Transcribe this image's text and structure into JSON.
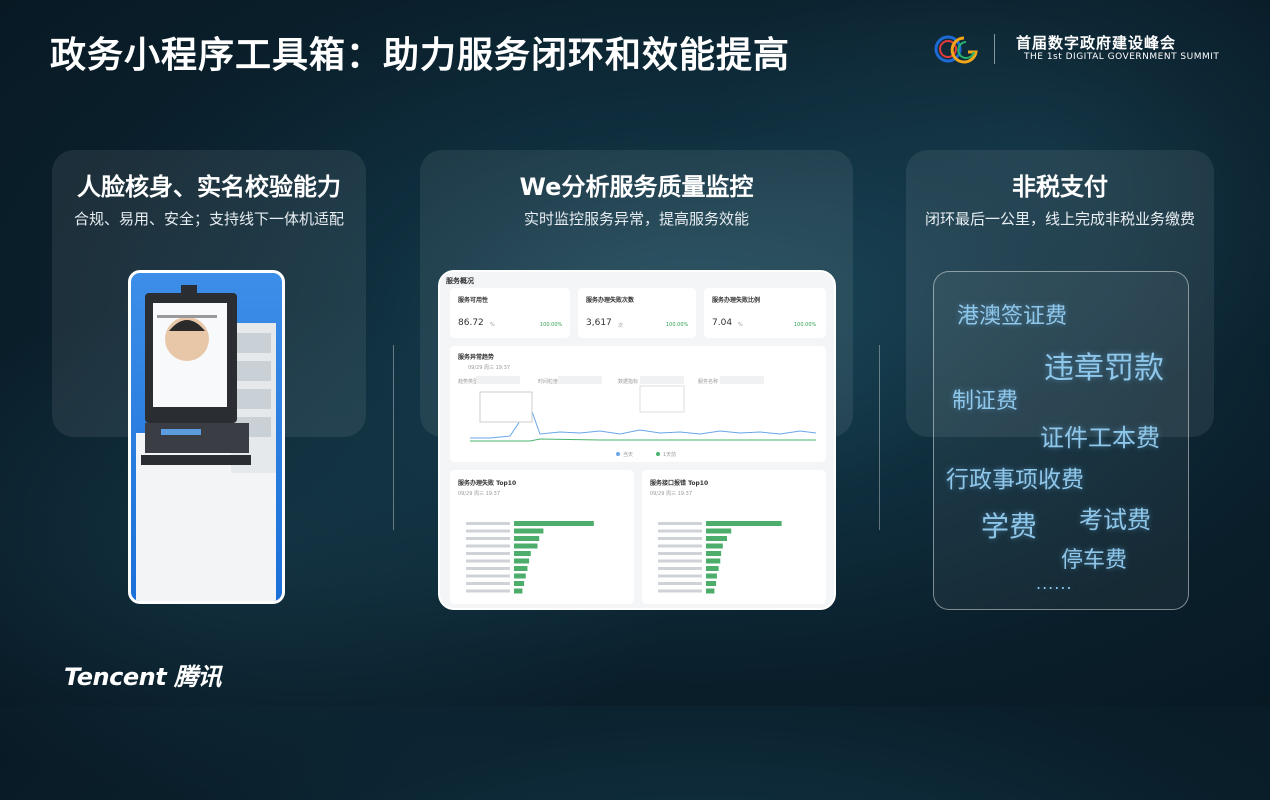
{
  "slide": {
    "title": "政务小程序工具箱：助力服务闭环和效能提高",
    "brand": {
      "cn": "首届数字政府建设峰会",
      "en": "THE 1st DIGITAL GOVERNMENT SUMMIT"
    },
    "footer_logo": "Tencent 腾讯"
  },
  "panels": [
    {
      "heading": "人脸核身、实名校验能力",
      "subtitle": "合规、易用、安全；支持线下一体机适配"
    },
    {
      "heading": "We分析服务质量监控",
      "subtitle": "实时监控服务异常，提高服务效能"
    },
    {
      "heading": "非税支付",
      "subtitle": "闭环最后一公里，线上完成非税业务缴费"
    }
  ],
  "dashboard": {
    "section": "服务概况",
    "kpis": [
      {
        "label": "服务可用性",
        "value": "86.72",
        "unit": "%",
        "change": "100.00%"
      },
      {
        "label": "服务办理失败次数",
        "value": "3,617",
        "unit": "次",
        "change": "100.00%"
      },
      {
        "label": "服务办理失败比例",
        "value": "7.04",
        "unit": "%",
        "change": "100.00%"
      }
    ],
    "trend_title": "服务异常趋势",
    "trend_date": "09/29 周三 19:37",
    "filters": [
      "趋势类型",
      "时间粒度",
      "数据指标",
      "服务名称"
    ],
    "legend": [
      "当天",
      "1天前"
    ],
    "tables": [
      {
        "title": "服务办理失败 Top10",
        "date": "09/29 周三 19:37",
        "bars": [
          0.95,
          0.35,
          0.3,
          0.28,
          0.2,
          0.18,
          0.16,
          0.14,
          0.12,
          0.1
        ]
      },
      {
        "title": "服务接口报错 Top10",
        "date": "09/29 周三 19:37",
        "bars": [
          0.9,
          0.3,
          0.25,
          0.2,
          0.18,
          0.17,
          0.15,
          0.13,
          0.12,
          0.1
        ]
      }
    ]
  },
  "fees": [
    "港澳签证费",
    "违章罚款",
    "制证费",
    "证件工本费",
    "行政事项收费",
    "学费",
    "考试费",
    "停车费",
    "......"
  ]
}
